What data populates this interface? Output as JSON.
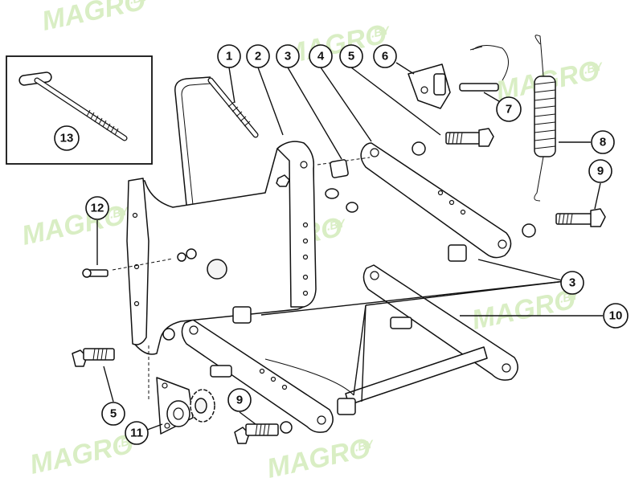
{
  "watermark": {
    "brand": "MAGRO",
    "suffix": ".BY"
  },
  "colors": {
    "highlight_ring": "#d11a1a",
    "watermark": "#d9eec4",
    "ink": "#111111"
  },
  "callouts": [
    {
      "id": "c1",
      "label": "1"
    },
    {
      "id": "c2",
      "label": "2"
    },
    {
      "id": "c3a",
      "label": "3"
    },
    {
      "id": "c4",
      "label": "4"
    },
    {
      "id": "c5a",
      "label": "5"
    },
    {
      "id": "c6",
      "label": "6"
    },
    {
      "id": "c7",
      "label": "7",
      "highlighted": true
    },
    {
      "id": "c8",
      "label": "8"
    },
    {
      "id": "c9a",
      "label": "9"
    },
    {
      "id": "c12",
      "label": "12"
    },
    {
      "id": "c13",
      "label": "13"
    },
    {
      "id": "c3b",
      "label": "3"
    },
    {
      "id": "c10",
      "label": "10"
    },
    {
      "id": "c5b",
      "label": "5"
    },
    {
      "id": "c9b",
      "label": "9"
    },
    {
      "id": "c11",
      "label": "11"
    }
  ]
}
